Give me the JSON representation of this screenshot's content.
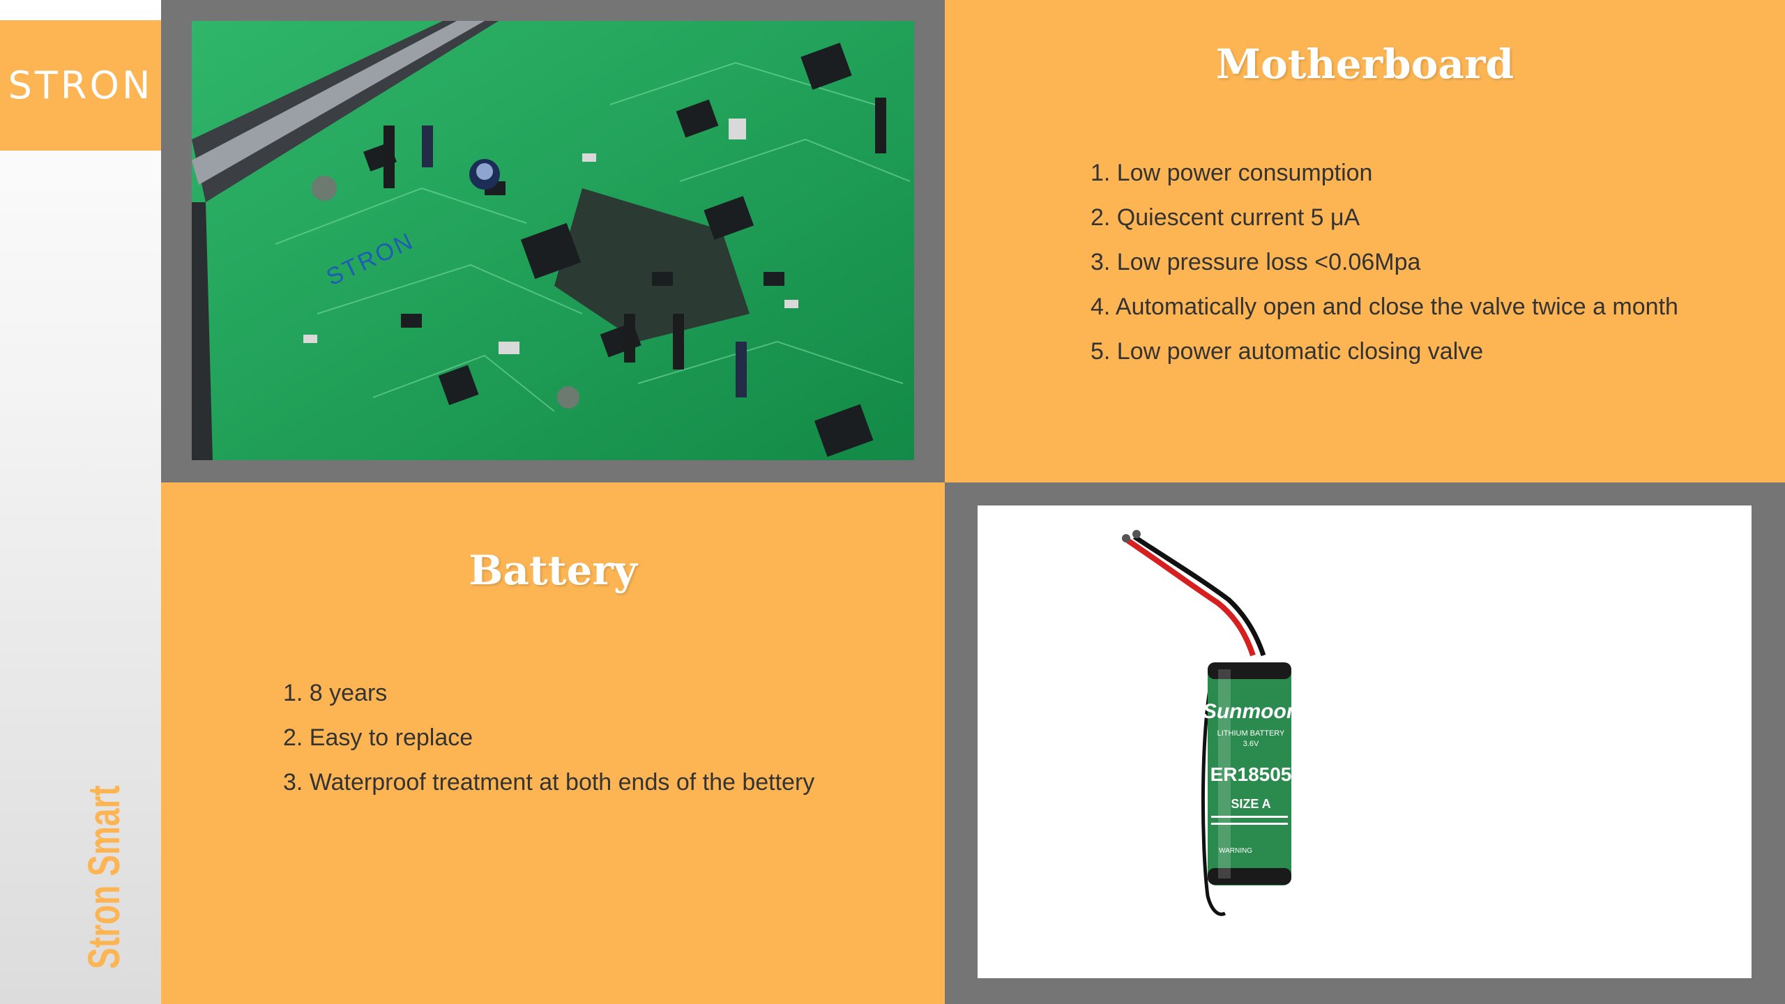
{
  "brand": {
    "logo_text": "STRON",
    "side_caption": "Stron Smart",
    "accent_color": "#fdb553",
    "frame_color": "#757575"
  },
  "motherboard": {
    "title": "Motherboard",
    "image": {
      "name": "pcb-photo",
      "board_label": "STRON"
    },
    "features": [
      "1. Low power consumption",
      "2. Quiescent current 5 μA",
      "3. Low pressure loss <0.06Mpa",
      "4. Automatically open and close the valve twice a month",
      "5. Low power automatic closing valve"
    ]
  },
  "battery": {
    "title": "Battery",
    "image": {
      "name": "battery-photo",
      "brand": "Sunmoon",
      "type_line": "LITHIUM BATTERY",
      "voltage": "3.6V",
      "model": "ER18505",
      "size": "SIZE A",
      "warning": "WARNING"
    },
    "features": [
      "1. 8 years",
      "2. Easy to replace",
      "3. Waterproof treatment at both ends of the bettery"
    ]
  }
}
